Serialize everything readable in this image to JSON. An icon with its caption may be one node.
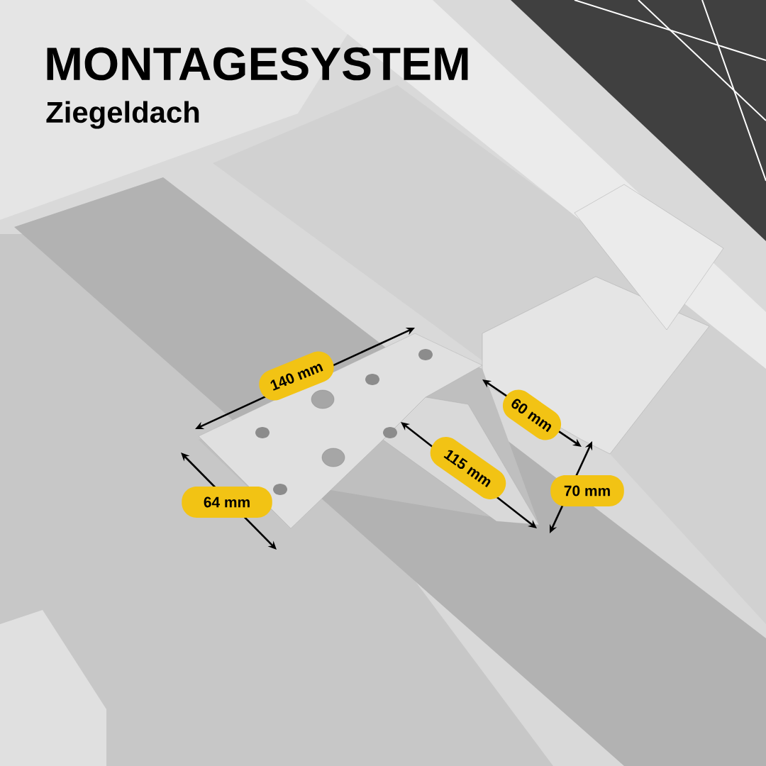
{
  "diagram": {
    "title": "MONTAGESYSTEM",
    "labels": [
      "Ziegeldach",
      "140 mm",
      "60 mm",
      "115 mm",
      "64 mm",
      "70 mm"
    ]
  }
}
